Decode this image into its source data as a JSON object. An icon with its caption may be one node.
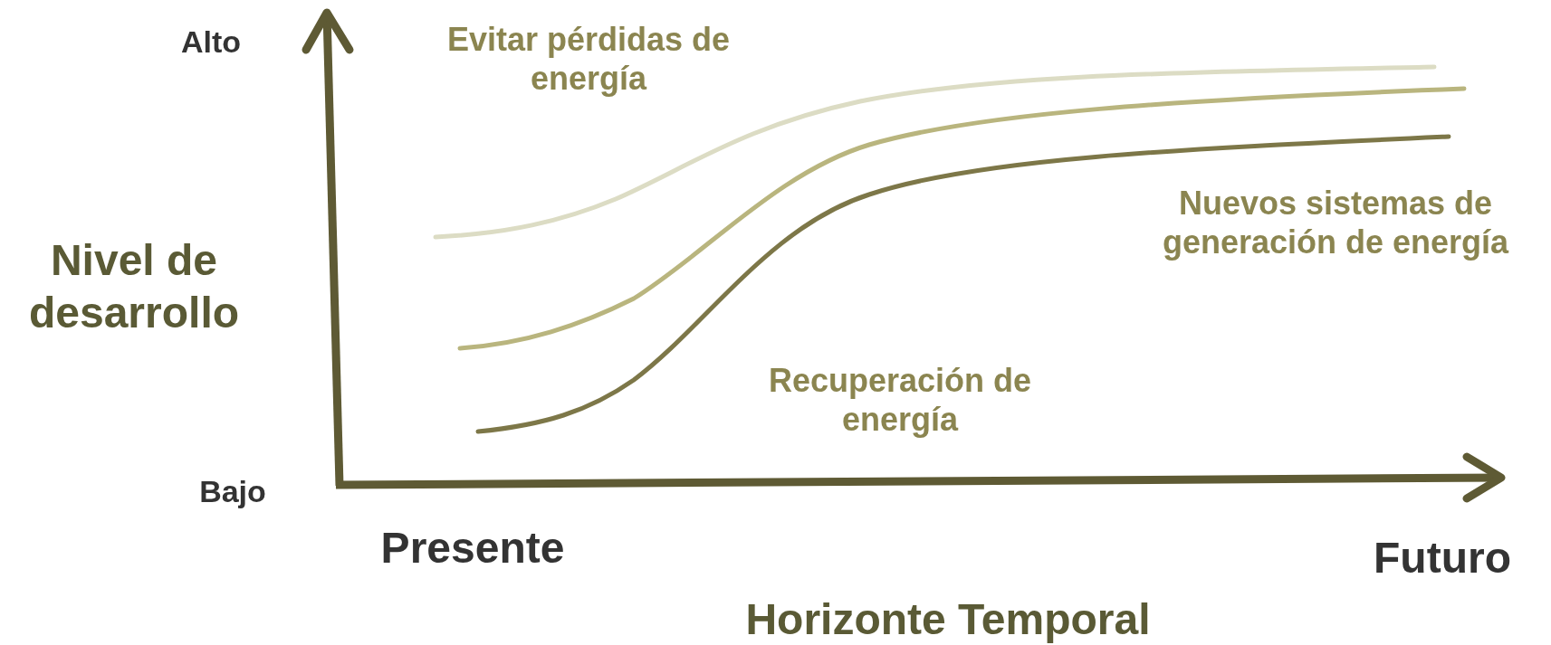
{
  "diagram": {
    "labels": [
      "Alto",
      "Evitar pérdidas de energía",
      "Nivel de desarrollo",
      "Nuevos sistemas de generación de energía",
      "Recuperación de energía",
      "Bajo",
      "Presente",
      "Futuro",
      "Horizonte Temporal"
    ]
  }
}
